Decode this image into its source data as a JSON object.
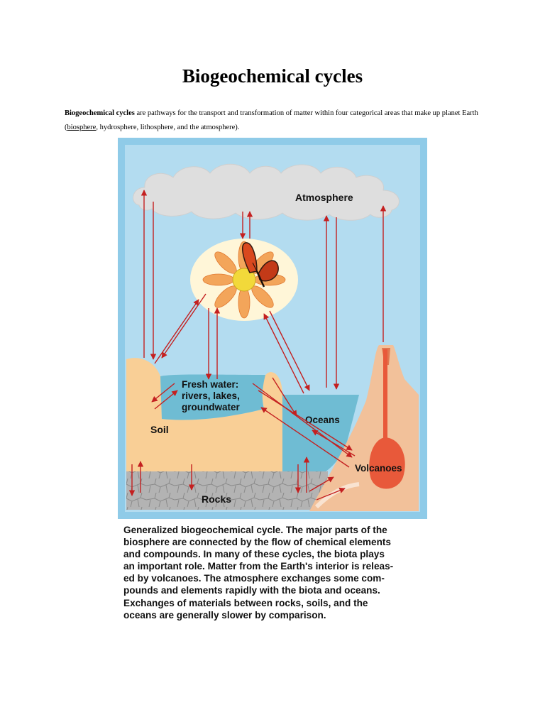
{
  "page": {
    "title": "Biogeochemical cycles",
    "intro": {
      "term": "Biogeochemical cycles",
      "text_1": " are pathways for the transport and transformation of matter within four categorical areas that make up planet Earth (",
      "link": "biosphere",
      "text_2": ", hydrosphere, lithosphere, and the atmosphere)."
    }
  },
  "figure": {
    "labels": {
      "atmosphere": "Atmosphere",
      "fresh_water_1": "Fresh water:",
      "fresh_water_2": "rivers, lakes,",
      "fresh_water_3": "groundwater",
      "soil": "Soil",
      "oceans": "Oceans",
      "volcanoes": "Volcanoes",
      "rocks": "Rocks"
    },
    "colors": {
      "sky": "#b3dcf0",
      "frame": "#8fcbe8",
      "cloud": "#dcdcdc",
      "soil": "#f9cf96",
      "water": "#6fbcd3",
      "rock": "#b0b0b0",
      "volcano": "#f2c19a",
      "magma": "#e8593a",
      "arrow": "#c42020"
    }
  },
  "caption": {
    "lines": [
      "Generalized biogeochemical cycle.  The major parts of the",
      "biosphere are connected by the flow of chemical elements",
      "and compounds.  In many of these cycles, the biota plays",
      "an important role.  Matter from the Earth's interior is releas-",
      "ed by volcanoes.  The atmosphere exchanges some com-",
      "pounds and elements rapidly with the biota and oceans.",
      "Exchanges of materials between rocks, soils, and the",
      "oceans are generally slower by comparison."
    ]
  }
}
